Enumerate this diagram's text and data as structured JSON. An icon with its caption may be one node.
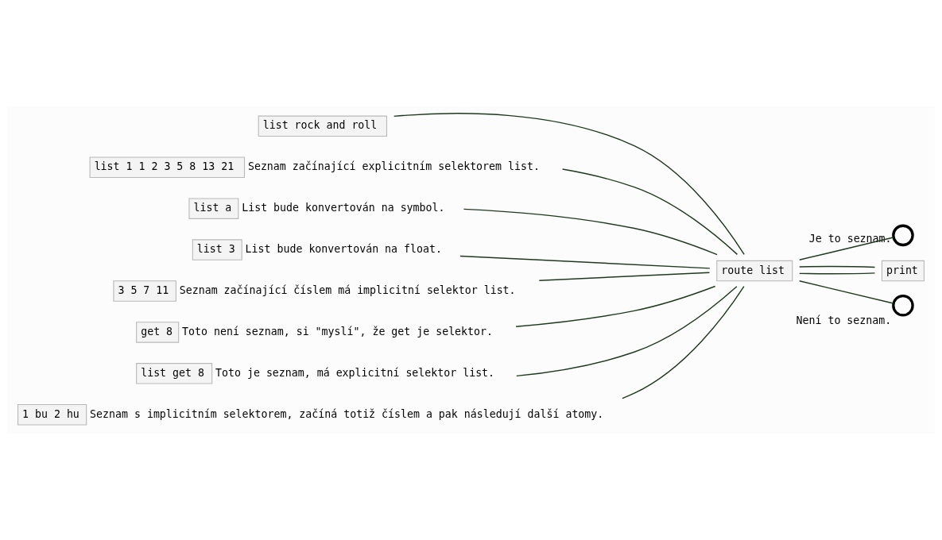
{
  "diagram": {
    "nodes": [
      {
        "text": [
          "list rock and roll"
        ]
      },
      {
        "text": [
          "list 1 1 2 3 5 8 13 21"
        ],
        "beside": [
          "Seznam začínající explicitním selektorem list."
        ]
      },
      {
        "text": [
          "list a"
        ],
        "beside": [
          "List bude konvertován na symbol."
        ]
      },
      {
        "text": [
          "list 3"
        ],
        "beside": [
          "List bude konvertován na float."
        ]
      },
      {
        "text": [
          "3 5 7 11"
        ],
        "beside": [
          "Seznam začínající číslem má implicitní selektor list."
        ]
      },
      {
        "text": [
          "get 8"
        ],
        "beside": [
          "Toto není seznam, si \"myslí\", že get je selektor."
        ]
      },
      {
        "text": [
          "list get 8"
        ],
        "beside": [
          "Toto je seznam, má explicitní selektor list."
        ]
      },
      {
        "text": [
          "1 bu 2 hu"
        ],
        "beside": [
          "Seznam s implicitním selektorem, začíná totiž číslem a pak následují další atomy."
        ]
      },
      {
        "text": [
          "route list"
        ]
      },
      {
        "text": [],
        "shape": "circle",
        "beside": [
          "Je to seznam."
        ]
      },
      {
        "text": [
          "print"
        ]
      },
      {
        "text": [],
        "shape": "circle",
        "beside": [
          "Není to seznam."
        ]
      }
    ],
    "edges": [
      {
        "from": 0,
        "to": 8,
        "arrow": "none"
      },
      {
        "from": 1,
        "to": 8,
        "arrow": "none"
      },
      {
        "from": 2,
        "to": 8,
        "arrow": "none"
      },
      {
        "from": 3,
        "to": 8,
        "arrow": "none"
      },
      {
        "from": 4,
        "to": 8,
        "arrow": "none"
      },
      {
        "from": 5,
        "to": 8,
        "arrow": "none"
      },
      {
        "from": 6,
        "to": 8,
        "arrow": "none"
      },
      {
        "from": 7,
        "to": 8,
        "arrow": "none"
      },
      {
        "from": 8,
        "to": 9,
        "arrow": "none"
      },
      {
        "from": 8,
        "to": 10,
        "arrow": "none"
      },
      {
        "from": 8,
        "to": 10,
        "arrow": "none"
      },
      {
        "from": 8,
        "to": 11,
        "arrow": "none"
      }
    ]
  }
}
